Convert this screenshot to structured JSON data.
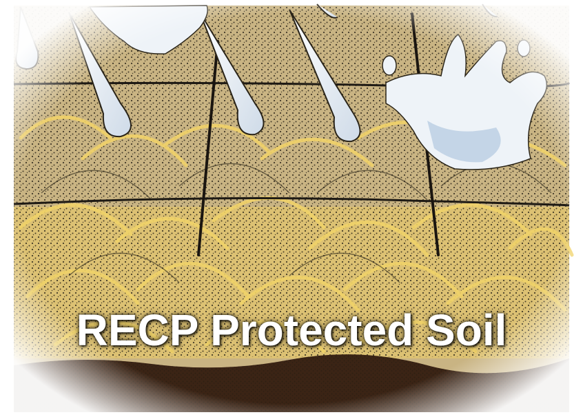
{
  "caption": {
    "text": "RECP Protected Soil"
  },
  "colors": {
    "soil_base": "#c9b483",
    "fiber": "#e9c85a",
    "stipple": "#2a2418",
    "subsoil": "#3b2415",
    "water": "#eef3f8",
    "water_shade": "#b9cde2",
    "caption_text": "#ffffff"
  },
  "scene": {
    "description_items": [
      "raindrops",
      "splash",
      "erosion-control-blanket-fibers",
      "netting",
      "anchor-stakes",
      "subsoil"
    ]
  }
}
